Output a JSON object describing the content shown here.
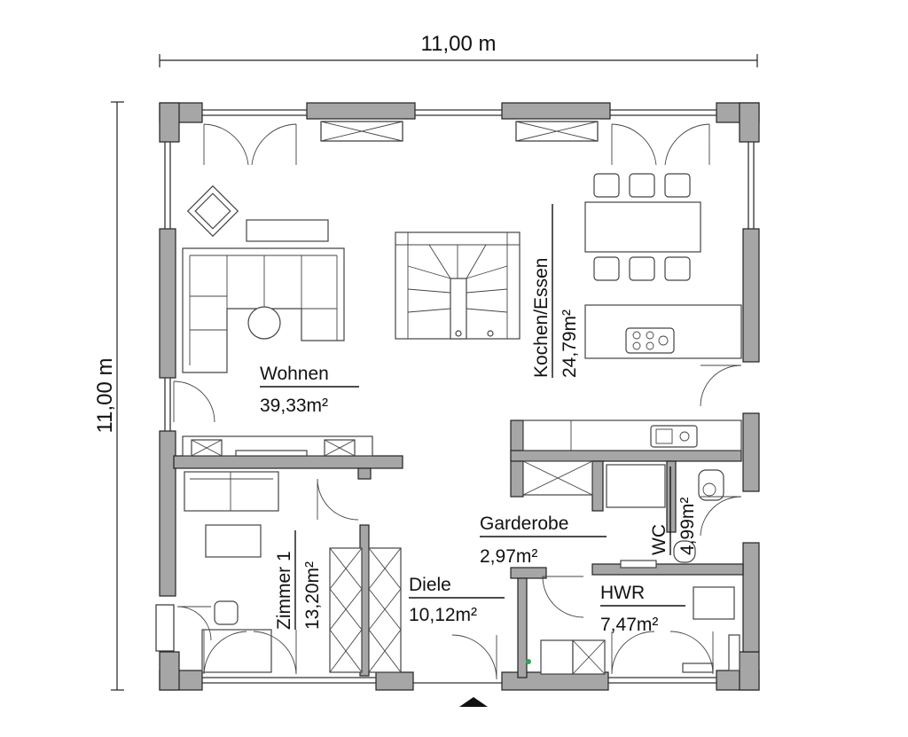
{
  "dimensions": {
    "width_label": "11,00 m",
    "height_label": "11,00 m"
  },
  "rooms": {
    "wohnen": {
      "name": "Wohnen",
      "area": "39,33m²"
    },
    "kochen": {
      "name": "Kochen/Essen",
      "area": "24,79m²"
    },
    "zimmer1": {
      "name": "Zimmer 1",
      "area": "13,20m²"
    },
    "diele": {
      "name": "Diele",
      "area": "10,12m²"
    },
    "garderobe": {
      "name": "Garderobe",
      "area": "2,97m²"
    },
    "wc": {
      "name": "WC",
      "area": "4,99m²"
    },
    "hwr": {
      "name": "HWR",
      "area": "7,47m²"
    }
  },
  "colors": {
    "wall": "#a6a6a6",
    "line": "#333333",
    "background": "#ffffff"
  }
}
